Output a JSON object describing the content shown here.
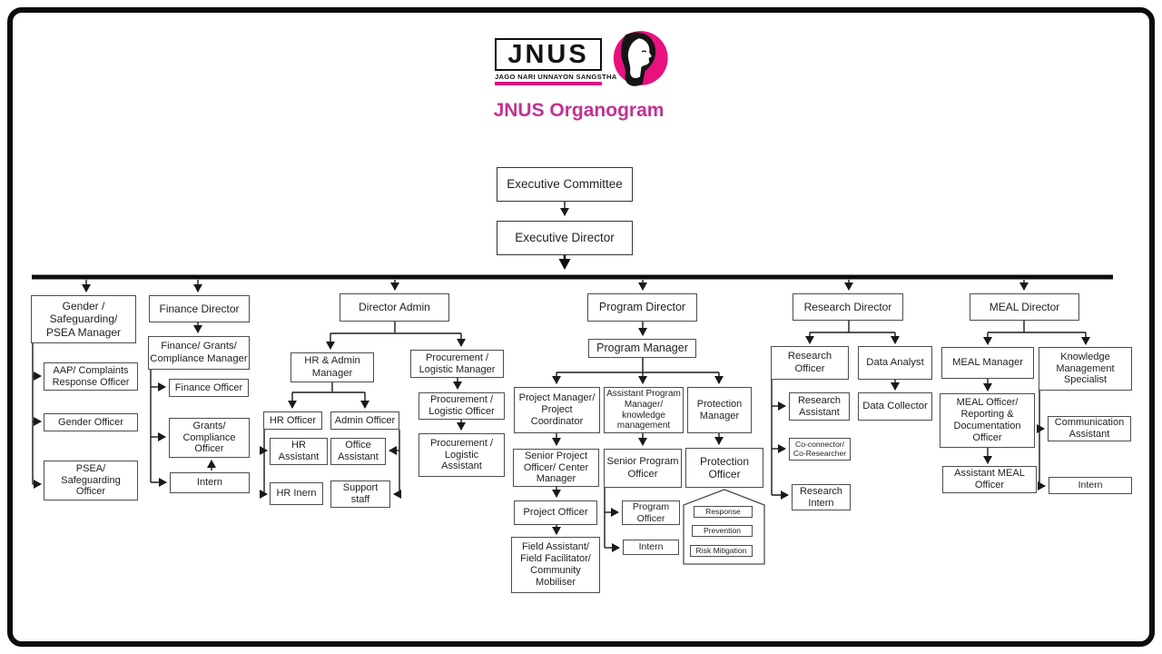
{
  "header": {
    "logo_text": "JNUS",
    "logo_tagline": "JAGO NARI UNNAYON SANGSTHA",
    "title": "JNUS Organogram",
    "title_color": "#C13390",
    "logo_pink": "#E8117E",
    "bar_color": "#D6187F"
  },
  "nodes": {
    "executive_committee": "Executive Committee",
    "executive_director": "Executive Director",
    "gender_manager": "Gender /\nSafeguarding/\nPSEA Manager",
    "aap_officer": "AAP/ Complaints\nResponse Officer",
    "gender_officer": "Gender Officer",
    "psea_officer": "PSEA/\nSafeguarding\nOfficer",
    "finance_director": "Finance Director",
    "finance_manager": "Finance/ Grants/\nCompliance Manager",
    "finance_officer": "Finance Officer",
    "grants_officer": "Grants/\nCompliance\nOfficer",
    "finance_intern": "Intern",
    "director_admin": "Director Admin",
    "hr_admin_manager": "HR & Admin\nManager",
    "hr_officer": "HR Officer",
    "admin_officer": "Admin Officer",
    "hr_assistant": "HR\nAssistant",
    "office_assistant": "Office\nAssistant",
    "hr_intern": "HR Inern",
    "support_staff": "Support\nstaff",
    "procurement_manager": "Procurement /\nLogistic Manager",
    "procurement_officer": "Procurement /\nLogistic Officer",
    "procurement_assistant": "Procurement /\nLogistic\nAssistant",
    "program_director": "Program Director",
    "program_manager": "Program Manager",
    "project_manager": "Project Manager/\nProject\nCoordinator",
    "assistant_program_manager": "Assistant Program\nManager/\nknowledge\nmanagement",
    "protection_manager": "Protection\nManager",
    "senior_project_officer": "Senior Project\nOfficer/ Center\nManager",
    "project_officer": "Project Officer",
    "field_assistant": "Field Assistant/\nField Facilitator/\nCommunity\nMobiliser",
    "senior_program_officer": "Senior Program\nOfficer",
    "program_officer": "Program\nOfficer",
    "program_intern": "Intern",
    "protection_officer": "Protection\nOfficer",
    "response": "Response",
    "prevention": "Prevention",
    "risk_mitigation": "Risk Mitigation",
    "research_director": "Research Director",
    "research_officer": "Research\nOfficer",
    "data_analyst": "Data Analyst",
    "research_assistant": "Research\nAssistant",
    "co_connector": "Co-connector/\nCo-Researcher",
    "research_intern": "Research\nIntern",
    "data_collector": "Data  Collector",
    "meal_director": "MEAL Director",
    "meal_manager": "MEAL Manager",
    "kms": "Knowledge\nManagement\nSpecialist",
    "meal_officer": "MEAL Officer/\nReporting &\nDocumentation\nOfficer",
    "assistant_meal_officer": "Assistant MEAL\nOfficer",
    "communication_assistant": "Communication\nAssistant",
    "meal_intern": "Intern"
  }
}
